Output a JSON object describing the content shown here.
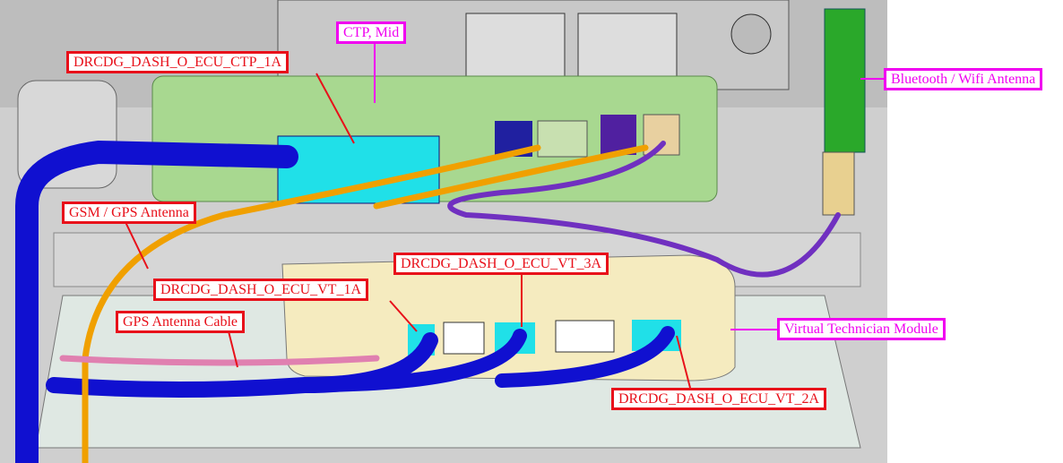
{
  "callouts": {
    "ctp_mid": "CTP, Mid",
    "ctp_connector": "DRCDG_DASH_O_ECU_CTP_1A",
    "bt_wifi": "Bluetooth / Wifi Antenna",
    "gsm_gps": "GSM / GPS Antenna",
    "vt_3a": "DRCDG_DASH_O_ECU_VT_3A",
    "vt_1a": "DRCDG_DASH_O_ECU_VT_1A",
    "gps_cable": "GPS Antenna Cable",
    "vt_module": "Virtual Technician Module",
    "vt_2a": "DRCDG_DASH_O_ECU_VT_2A"
  },
  "colors": {
    "required_connector": "#e8101a",
    "component": "#f000f0",
    "harness": "#1010d0",
    "gps_cable": "#f0a000",
    "wifi_cable": "#7030c0"
  }
}
